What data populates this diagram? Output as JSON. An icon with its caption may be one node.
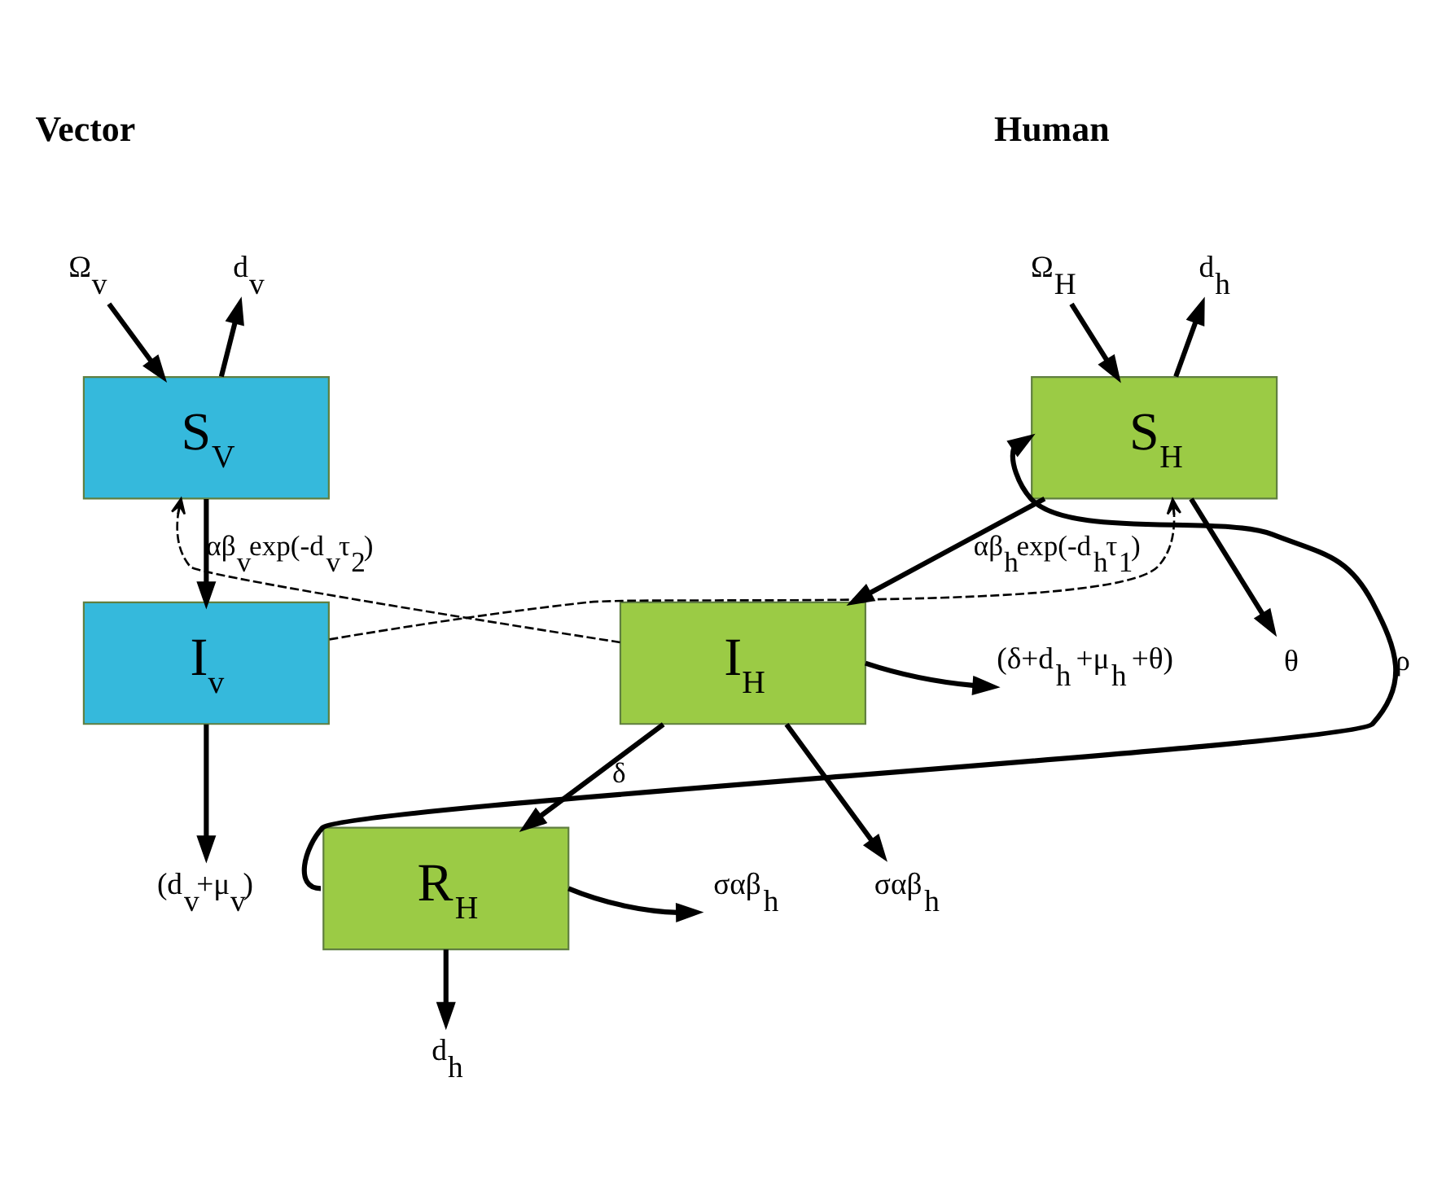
{
  "diagram": {
    "nodes": [
      {
        "text": [
          "S$_{H}$"
        ]
      },
      {
        "text": [
          "I$_{H}$"
        ]
      },
      {
        "text": [
          "R$_{H}$"
        ]
      },
      {
        "text": [
          "S$_{V}$"
        ]
      },
      {
        "text": [
          "I$_{v}$"
        ]
      },
      {
        "text": [
          "Ω$_{H}$"
        ]
      },
      {
        "text": [
          "d$_{h}$"
        ]
      },
      {
        "text": [
          "θ"
        ]
      },
      {
        "text": [
          "(δ+d$_{h}$ +μ$_{h}$ +θ)"
        ]
      },
      {
        "text": [
          "σαβ$_{h}$"
        ]
      },
      {
        "text": [
          "σαβ$_{h}$"
        ]
      },
      {
        "text": [
          "d$_{h}$"
        ]
      },
      {
        "text": [
          "Ω$_{v}$"
        ]
      },
      {
        "text": [
          "d$_{v}$"
        ]
      },
      {
        "text": [
          "(d$_{v}$+μ$_{v}$)"
        ]
      }
    ],
    "edges": [
      {
        "from": 5,
        "to": 0,
        "arrow": "to"
      },
      {
        "from": 0,
        "to": 6,
        "arrow": "to"
      },
      {
        "from": 0,
        "to": 7,
        "arrow": "to"
      },
      {
        "from": 0,
        "to": 1,
        "arrow": "to",
        "label": "αβ$_{h}$exp(-d$_{h}$τ$_{1}$)"
      },
      {
        "from": 1,
        "to": 8,
        "arrow": "to"
      },
      {
        "from": 1,
        "to": 9,
        "arrow": "to"
      },
      {
        "from": 1,
        "to": 2,
        "arrow": "to",
        "label": "δ"
      },
      {
        "from": 2,
        "to": 0,
        "arrow": "to",
        "label": "ρ"
      },
      {
        "from": 2,
        "to": 10,
        "arrow": "to"
      },
      {
        "from": 2,
        "to": 11,
        "arrow": "to"
      },
      {
        "from": 1,
        "to": 3,
        "arrow": "to",
        "style": "dashed"
      },
      {
        "from": 4,
        "to": 0,
        "arrow": "to",
        "style": "dashed"
      },
      {
        "from": 12,
        "to": 3,
        "arrow": "to"
      },
      {
        "from": 3,
        "to": 13,
        "arrow": "to"
      },
      {
        "from": 3,
        "to": 4,
        "arrow": "to",
        "label": "αβ$_{v}$exp(-d$_{v}$τ$_{2}$)"
      },
      {
        "from": 4,
        "to": 14,
        "arrow": "to"
      }
    ],
    "labels": [
      "Human",
      "Vector"
    ]
  }
}
